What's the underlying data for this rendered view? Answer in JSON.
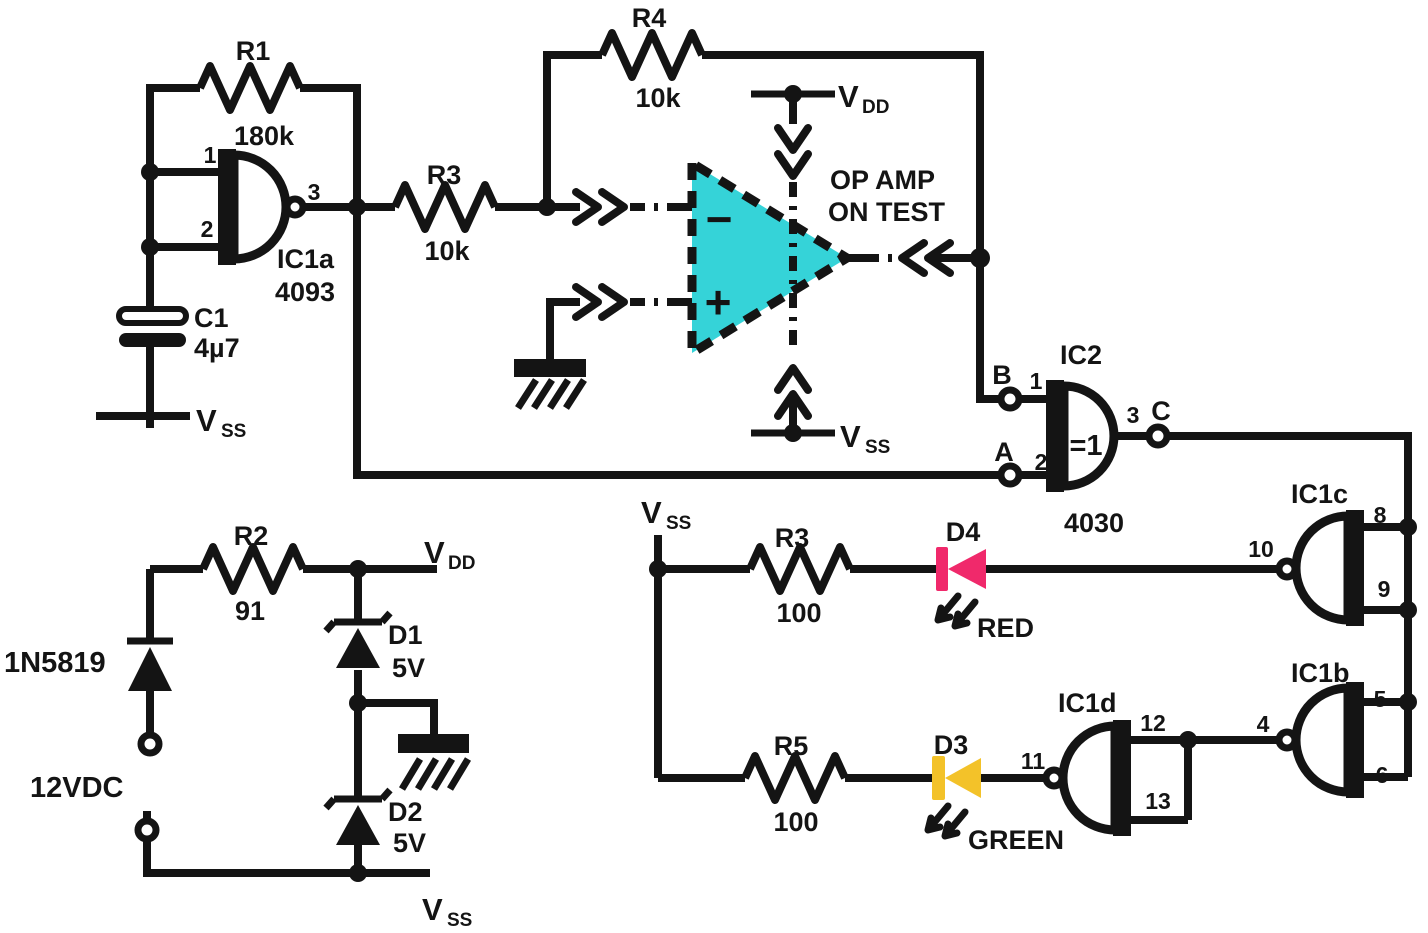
{
  "colors": {
    "wire": "#141414",
    "opamp_fill": "#35d3d8",
    "opamp_sign": "#0e5e68",
    "led_red_hex": "#f0296b",
    "led_green_hex": "#f3c229",
    "paper": "#ffffff"
  },
  "rails": {
    "v": "V",
    "dd": "DD",
    "ss": "SS"
  },
  "oscillator": {
    "r1_ref": "R1",
    "r1_val": "180k",
    "gate_ref": "IC1a",
    "gate_part": "4093",
    "pin_in1": "1",
    "pin_in2": "2",
    "pin_out": "3",
    "c1_ref": "C1",
    "c1_val": "4µ7"
  },
  "coupling": {
    "r3_ref": "R3",
    "r3_val": "10k",
    "r4_ref": "R4",
    "r4_val": "10k"
  },
  "dut": {
    "line1": "OP AMP",
    "line2": "ON TEST",
    "minus": "−",
    "plus": "+"
  },
  "xor": {
    "ref": "IC2",
    "part": "4030",
    "fn": "=1",
    "pin_b": "1",
    "pin_a": "2",
    "pin_c": "3",
    "node_a": "A",
    "node_b": "B",
    "node_c": "C"
  },
  "led_red": {
    "r_ref": "R3",
    "r_val": "100",
    "led_ref": "D4",
    "led_name": "RED"
  },
  "led_green": {
    "r_ref": "R5",
    "r_val": "100",
    "led_ref": "D3",
    "led_name": "GREEN"
  },
  "gates": {
    "c": {
      "ref": "IC1c",
      "in_top": "8",
      "in_bottom": "9",
      "out": "10"
    },
    "b": {
      "ref": "IC1b",
      "out": "4",
      "in_top": "5",
      "in_bottom": "6"
    },
    "d": {
      "ref": "IC1d",
      "out": "11",
      "in_top": "12",
      "in_bottom": "13"
    }
  },
  "psu": {
    "r2_ref": "R2",
    "r2_val": "91",
    "rect_diode": "1N5819",
    "supply": "12VDC",
    "d1_ref": "D1",
    "d1_val": "5V",
    "d2_ref": "D2",
    "d2_val": "5V"
  }
}
